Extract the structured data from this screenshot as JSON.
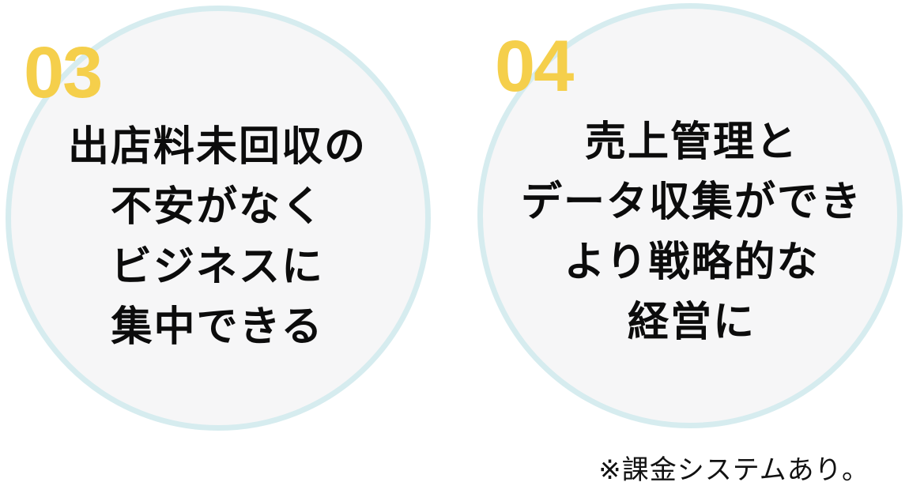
{
  "colors": {
    "background": "#ffffff",
    "circle_fill": "#f6f6f7",
    "circle_ring": "#d6ecef",
    "number_accent": "#f5cf4b",
    "text": "#0c0c0c"
  },
  "features": [
    {
      "number": "03",
      "lines": [
        "出店料未回収の",
        "不安がなく",
        "ビジネスに",
        "集中できる"
      ]
    },
    {
      "number": "04",
      "lines": [
        "売上管理と",
        "データ収集ができ",
        "より戦略的な",
        "経営に"
      ]
    }
  ],
  "footnote": "※課金システムあり。"
}
